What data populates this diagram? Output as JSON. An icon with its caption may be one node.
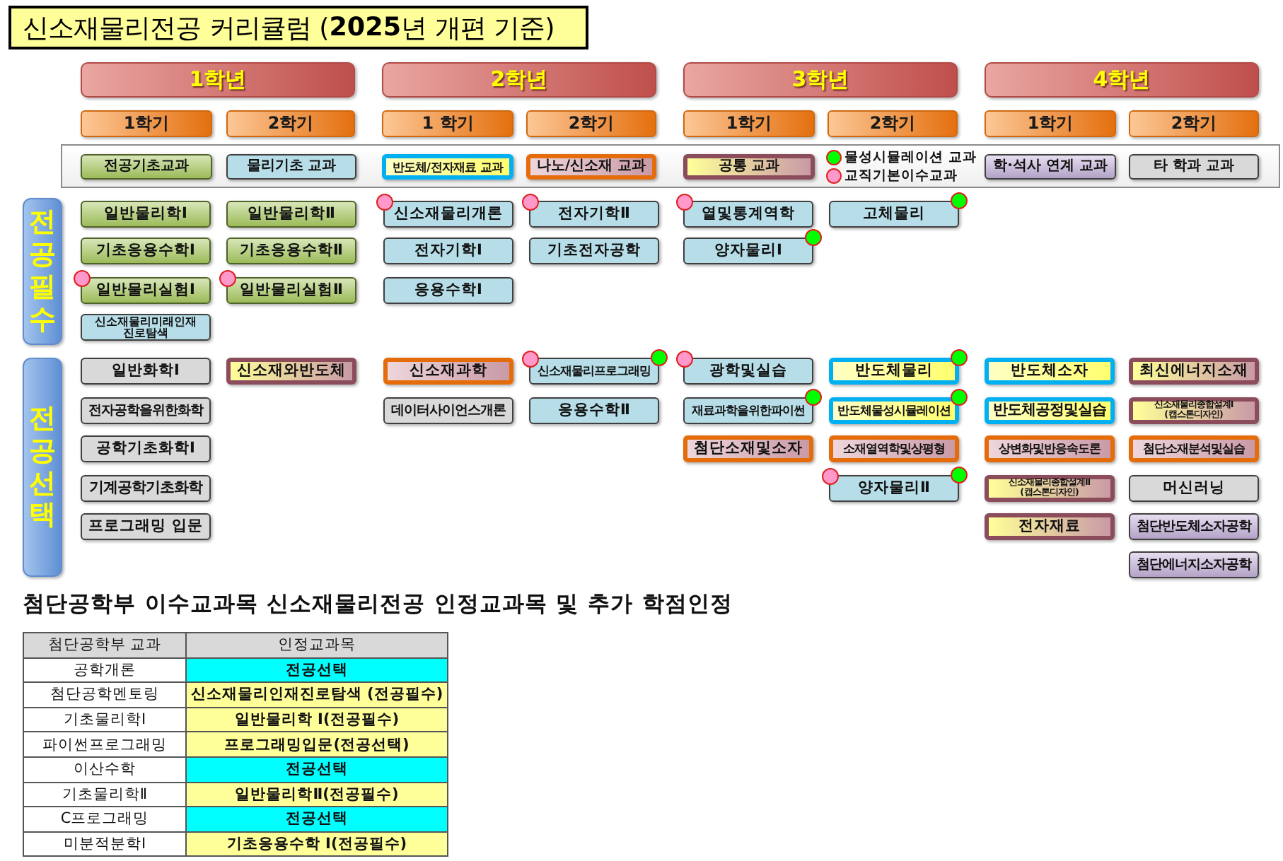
{
  "diagram": {
    "title": "신소재물리전공 커리큘럼 (**2025**년 개편 기준)",
    "nodes": [
      {
        "text": [
          "1학년"
        ]
      },
      {
        "text": [
          "2학년"
        ]
      },
      {
        "text": [
          "3학년"
        ]
      },
      {
        "text": [
          "4학년"
        ]
      },
      {
        "text": [
          "1학기"
        ]
      },
      {
        "text": [
          "2학기"
        ]
      },
      {
        "text": [
          "1 학기"
        ]
      },
      {
        "text": [
          "2학기"
        ]
      },
      {
        "text": [
          "1학기"
        ]
      },
      {
        "text": [
          "2학기"
        ]
      },
      {
        "text": [
          "1학기"
        ]
      },
      {
        "text": [
          "2학기"
        ]
      },
      {
        "text": [
          "전공필수"
        ]
      },
      {
        "text": [
          "일반물리학Ⅰ"
        ]
      },
      {
        "text": [
          "일반물리학Ⅱ"
        ]
      },
      {
        "text": [
          "신소재물리개론"
        ]
      },
      {
        "text": [
          "전자기학Ⅱ"
        ]
      },
      {
        "text": [
          "열및통계역학"
        ]
      },
      {
        "text": [
          "고체물리"
        ]
      },
      {
        "text": [
          "기초응용수학Ⅰ"
        ]
      },
      {
        "text": [
          "기초응용수학Ⅱ"
        ]
      },
      {
        "text": [
          "전자기학Ⅰ"
        ]
      },
      {
        "text": [
          "기초전자공학"
        ]
      },
      {
        "text": [
          "양자물리Ⅰ"
        ]
      },
      {
        "text": [
          "일반물리실험Ⅰ"
        ]
      },
      {
        "text": [
          "일반물리실험Ⅱ"
        ]
      },
      {
        "text": [
          "응용수학Ⅰ"
        ]
      },
      {
        "text": [
          "신소재물리미래인재 진로탐색"
        ]
      },
      {
        "text": [
          "전공선택"
        ]
      },
      {
        "text": [
          "일반화학Ⅰ"
        ]
      },
      {
        "text": [
          "신소재와반도체"
        ]
      },
      {
        "text": [
          "신소재과학"
        ]
      },
      {
        "text": [
          "신소재물리프로그래밍"
        ]
      },
      {
        "text": [
          "광학및실습"
        ]
      },
      {
        "text": [
          "반도체물리"
        ]
      },
      {
        "text": [
          "반도체소자"
        ]
      },
      {
        "text": [
          "최신에너지소재"
        ]
      },
      {
        "text": [
          "전자공학을위한화학"
        ]
      },
      {
        "text": [
          "데이터사이언스개론"
        ]
      },
      {
        "text": [
          "응용수학Ⅱ"
        ]
      },
      {
        "text": [
          "재료과학을위한파이썬"
        ]
      },
      {
        "text": [
          "반도체물성시뮬레이션"
        ]
      },
      {
        "text": [
          "반도체공정및실습"
        ]
      },
      {
        "text": [
          "신소재물리종합설계Ⅰ (캡스톤디자인)"
        ]
      },
      {
        "text": [
          "공학기초화학Ⅰ"
        ]
      },
      {
        "text": [
          "첨단소재및소자"
        ]
      },
      {
        "text": [
          "소재열역학및상평형"
        ]
      },
      {
        "text": [
          "상변화및반응속도론"
        ]
      },
      {
        "text": [
          "첨단소재분석및실습"
        ]
      },
      {
        "text": [
          "기계공학기초화학"
        ]
      },
      {
        "text": [
          "양자물리Ⅱ"
        ]
      },
      {
        "text": [
          "신소재물리종합설계Ⅱ (캡스톤디자인)"
        ]
      },
      {
        "text": [
          "머신러닝"
        ]
      },
      {
        "text": [
          "프로그래밍 입문"
        ]
      },
      {
        "text": [
          "전자재료"
        ]
      },
      {
        "text": [
          "첨단반도체소자공학"
        ]
      },
      {
        "text": [
          "첨단에너지소자공학"
        ]
      }
    ],
    "labels": [
      "첨단공학부 이수교과목 신소재물리전공 인정교과목 및 추가 학점인정",
      "첨단공학부 교과",
      "인정교과목",
      "공학개론",
      "전공선택",
      "첨단공학멘토링",
      "신소재물리인재진로탐색 (전공필수)",
      "기초물리학Ⅰ",
      "일반물리학 Ⅰ(전공필수)",
      "파이썬프로그래밍",
      "프로그래밍입문(전공선택)",
      "이산수학",
      "전공선택",
      "기초물리학Ⅱ",
      "일반물리학Ⅱ(전공필수)",
      "C프로그래밍",
      "전공선택",
      "미분적분학Ⅰ",
      "기초응용수학 Ⅰ(전공필수)"
    ],
    "legend": [
      {
        "text": "전공기초교과",
        "color": "#9bbb59"
      },
      {
        "text": "물리기초 교과",
        "color": "#b7dee8"
      },
      {
        "text": "반도체/전자재료 교과",
        "color": "#00b0f0"
      },
      {
        "text": "나노/신소재 교과",
        "color": "#e46c0a"
      },
      {
        "text": "공통 교과",
        "color": "#8b4c5c"
      },
      {
        "text": "물성시뮬레이션 교과",
        "color": "#00ff00"
      },
      {
        "text": "교직기본이수교과",
        "color": "#ff99cc"
      },
      {
        "text": "학·석사 연계 교과",
        "color": "#b3a2c7"
      },
      {
        "text": "타 학과 교과",
        "color": "#d9d9d9"
      }
    ]
  }
}
